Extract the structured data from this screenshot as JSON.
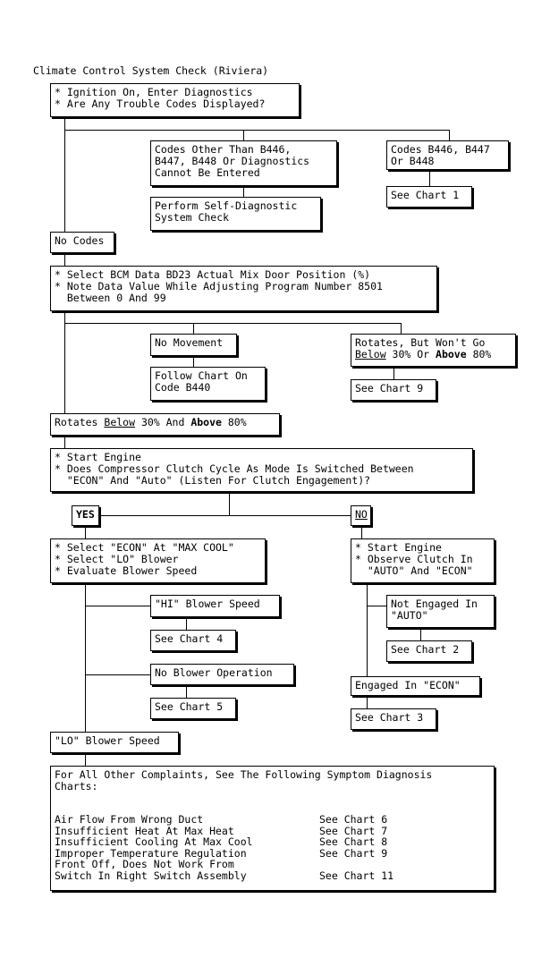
{
  "title": "Climate Control System Check (Riviera)",
  "boxes": {
    "start": "* Ignition On, Enter Diagnostics\n* Are Any Trouble Codes Displayed?",
    "codes_other": "Codes Other Than B446,\nB447, B448 Or Diagnostics\nCannot Be Entered",
    "codes_b446": "Codes B446, B447\nOr B448",
    "see_chart_1": "See Chart 1",
    "perform_self_diag": "Perform Self-Diagnostic\nSystem Check",
    "no_codes": "No Codes",
    "select_bcm": "* Select BCM Data BD23 Actual Mix Door Position (%)\n* Note Data Value While Adjusting Program Number 8501\n  Between 0 And 99",
    "no_movement": "No Movement",
    "rotates_wont_go": {
      "line1": "Rotates, But Won't Go",
      "below": "Below",
      "mid": " 30% Or ",
      "above": "Above",
      "end": " 80%"
    },
    "follow_chart_b440": "Follow Chart On\nCode B440",
    "see_chart_9": "See Chart 9",
    "rotates_below_above": {
      "start": "Rotates ",
      "below": "Below",
      "mid": " 30% And ",
      "above": "Above",
      "end": " 80%"
    },
    "start_engine_q": "* Start Engine\n* Does Compressor Clutch Cycle As Mode Is Switched Between\n  \"ECON\" And \"Auto\" (Listen For Clutch Engagement)?",
    "yes": "YES",
    "no": "NO",
    "select_econ": "* Select \"ECON\" At \"MAX COOL\"\n* Select \"LO\" Blower\n* Evaluate Blower Speed",
    "start_engine_observe": "* Start Engine\n* Observe Clutch In\n  \"AUTO\" And \"ECON\"",
    "hi_blower": "\"HI\" Blower Speed",
    "see_chart_4": "See Chart 4",
    "not_engaged_auto": "Not Engaged In\n\"AUTO\"",
    "see_chart_2": "See Chart 2",
    "no_blower": "No Blower Operation",
    "engaged_econ": "Engaged In \"ECON\"",
    "see_chart_5": "See Chart 5",
    "see_chart_3": "See Chart 3",
    "lo_blower": "\"LO\" Blower Speed",
    "other_complaints_header": "For All Other Complaints, See The Following Symptom Diagnosis\nCharts:"
  },
  "symptoms": [
    {
      "label": "Air Flow From Wrong Duct",
      "chart": "See Chart 6"
    },
    {
      "label": "Insufficient Heat At Max Heat",
      "chart": "See Chart 7"
    },
    {
      "label": "Insufficient Cooling At Max Cool",
      "chart": "See Chart 8"
    },
    {
      "label": "Improper Temperature Regulation",
      "chart": "See Chart 9"
    },
    {
      "label": "Front Off, Does Not Work From",
      "chart": ""
    },
    {
      "label": "Switch In Right Switch Assembly",
      "chart": "See Chart 11"
    }
  ]
}
